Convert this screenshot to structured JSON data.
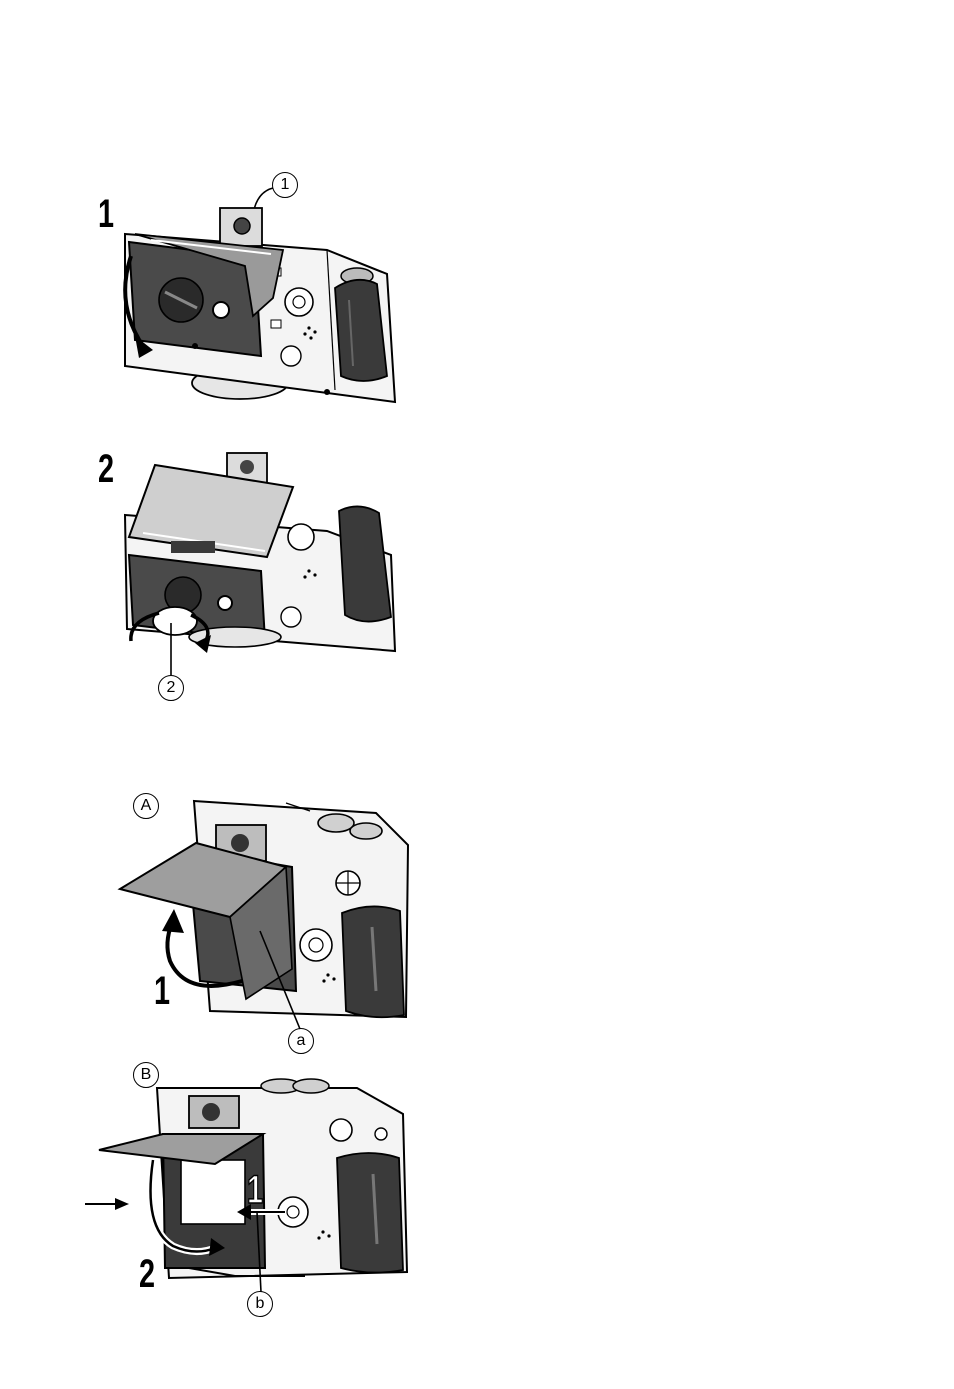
{
  "figure1": {
    "step": "1",
    "callout": "1"
  },
  "figure2": {
    "step": "2",
    "callout": "2"
  },
  "figureA": {
    "panel": "A",
    "step": "1",
    "callout": "a"
  },
  "figureB": {
    "panel": "B",
    "step_1": "1",
    "step_2": "2",
    "callout": "b"
  },
  "colors": {
    "ink": "#000000",
    "dark_fill": "#3a3a3a",
    "mid_fill": "#7a7a7a",
    "light_fill": "#d9d9d9",
    "paper": "#ffffff"
  }
}
